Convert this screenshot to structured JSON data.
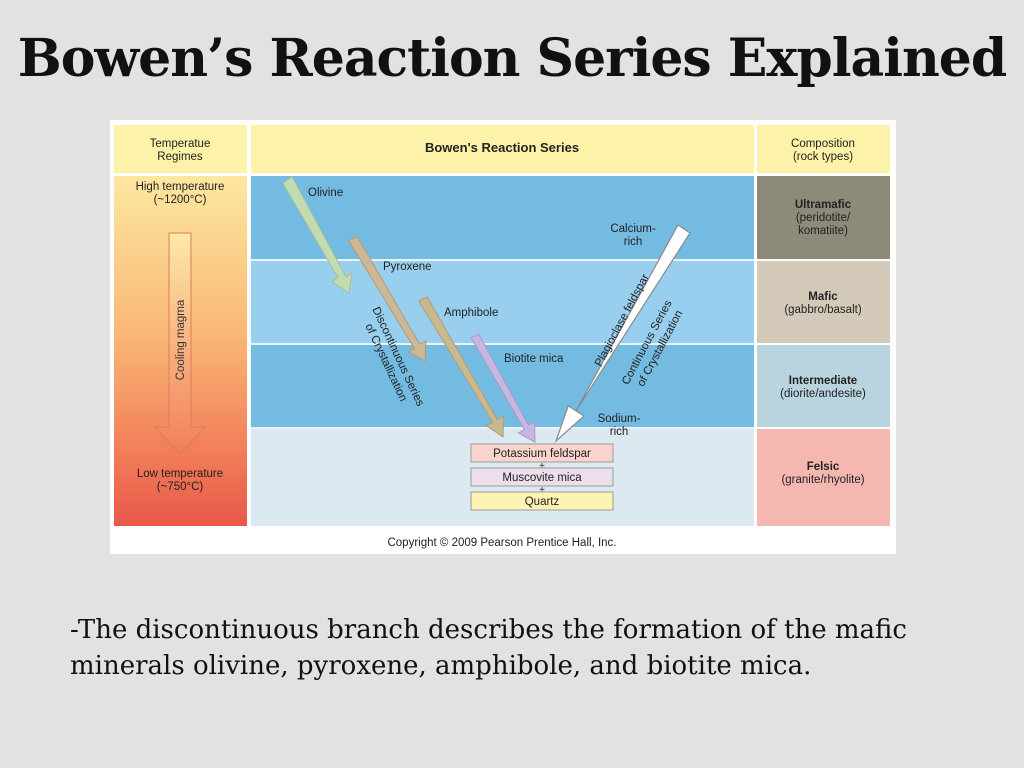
{
  "slide": {
    "title": "Bowen’s Reaction Series Explained",
    "body": "-The discontinuous branch describes the formation of the mafic minerals olivine, pyroxene, amphibole, and biotite mica."
  },
  "figure": {
    "header": {
      "temperature": [
        "Temperatue",
        "Regimes"
      ],
      "series": "Bowen's Reaction Series",
      "composition": [
        "Composition",
        "(rock types)"
      ]
    },
    "temperature": {
      "high": [
        "High temperature",
        "(~1200°C)"
      ],
      "low": [
        "Low temperature",
        "(~750°C)"
      ],
      "arrow_label": "Cooling magma"
    },
    "discontinuous": {
      "minerals": [
        "Olivine",
        "Pyroxene",
        "Amphibole",
        "Biotite mica"
      ],
      "label": [
        "Discontinuous Series",
        "of Crystallization"
      ]
    },
    "continuous": {
      "top": [
        "Calcium-",
        "rich"
      ],
      "bottom": [
        "Sodium-",
        "rich"
      ],
      "mineral": "Plagioclase feldspar",
      "label": [
        "Continuous Series",
        "of Crystallization"
      ]
    },
    "final_minerals": [
      "Potassium feldspar",
      "Muscovite mica",
      "Quartz"
    ],
    "plus_sign": "+",
    "compositions": [
      {
        "name": "Ultramafic",
        "detail": [
          "(peridotite/",
          "komatiite)"
        ],
        "color": "#8c8a78"
      },
      {
        "name": "Mafic",
        "detail": [
          "(gabbro/basalt)"
        ],
        "color": "#d3cab9"
      },
      {
        "name": "Intermediate",
        "detail": [
          "(diorite/andesite)"
        ],
        "color": "#b9d4de"
      },
      {
        "name": "Felsic",
        "detail": [
          "(granite/rhyolite)"
        ],
        "color": "#f4b8b0"
      }
    ],
    "copyright": "Copyright © 2009 Pearson Prentice Hall, Inc."
  }
}
